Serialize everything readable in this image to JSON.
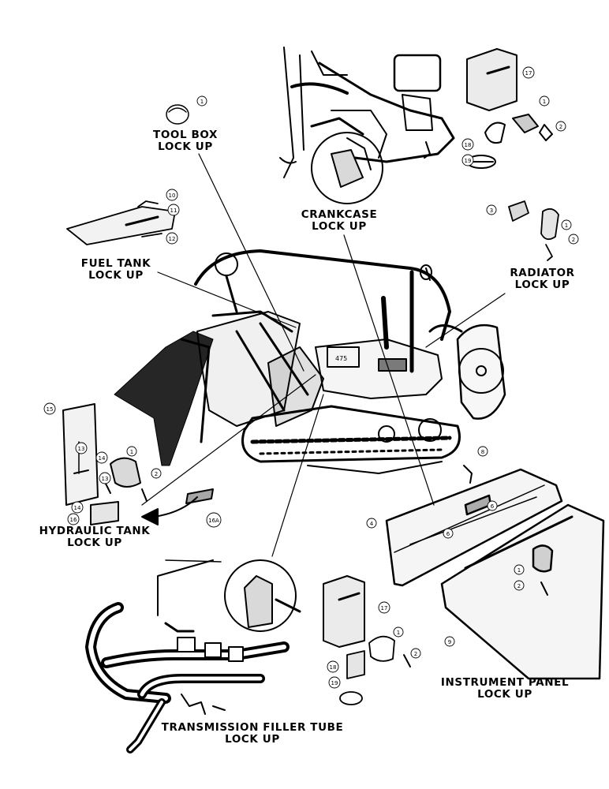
{
  "labels": {
    "tool_box": {
      "line1": "TOOL BOX",
      "line2": "LOCK UP"
    },
    "crankcase": {
      "line1": "CRANKCASE",
      "line2": "LOCK UP"
    },
    "fuel_tank": {
      "line1": "FUEL TANK",
      "line2": "LOCK UP"
    },
    "radiator": {
      "line1": "RADIATOR",
      "line2": "LOCK UP"
    },
    "hydraulic_tank": {
      "line1": "HYDRAULIC TANK",
      "line2": "LOCK UP"
    },
    "instrument_panel": {
      "line1": "INSTRUMENT PANEL",
      "line2": "LOCK UP"
    },
    "transmission_filler": {
      "line1": "TRANSMISSION FILLER TUBE",
      "line2": "LOCK UP"
    }
  },
  "machine_badge": "475",
  "callouts": [
    {
      "id": "c-1-top",
      "text": "1"
    },
    {
      "id": "c-17-top",
      "text": "17"
    },
    {
      "id": "c-1-crank",
      "text": "1"
    },
    {
      "id": "c-2-crank",
      "text": "2"
    },
    {
      "id": "c-18-top",
      "text": "18"
    },
    {
      "id": "c-19-top",
      "text": "19"
    },
    {
      "id": "c-10",
      "text": "10"
    },
    {
      "id": "c-11",
      "text": "11"
    },
    {
      "id": "c-12",
      "text": "12"
    },
    {
      "id": "c-3",
      "text": "3"
    },
    {
      "id": "c-1-rad",
      "text": "1"
    },
    {
      "id": "c-2-rad",
      "text": "2"
    },
    {
      "id": "c-15",
      "text": "15"
    },
    {
      "id": "c-13a",
      "text": "13"
    },
    {
      "id": "c-14a",
      "text": "14"
    },
    {
      "id": "c-13b",
      "text": "13"
    },
    {
      "id": "c-1-hyd",
      "text": "1"
    },
    {
      "id": "c-2-hyd",
      "text": "2"
    },
    {
      "id": "c-14b",
      "text": "14"
    },
    {
      "id": "c-16",
      "text": "16"
    },
    {
      "id": "c-16a",
      "text": "16A"
    },
    {
      "id": "c-8-top",
      "text": "8"
    },
    {
      "id": "c-4",
      "text": "4"
    },
    {
      "id": "c-6a",
      "text": "6"
    },
    {
      "id": "c-6b",
      "text": "6"
    },
    {
      "id": "c-1-inst",
      "text": "1"
    },
    {
      "id": "c-2-inst",
      "text": "2"
    },
    {
      "id": "c-9",
      "text": "9"
    },
    {
      "id": "c-17-bot",
      "text": "17"
    },
    {
      "id": "c-1-bot",
      "text": "1"
    },
    {
      "id": "c-2-bot",
      "text": "2"
    },
    {
      "id": "c-18-bot",
      "text": "18"
    },
    {
      "id": "c-19-bot",
      "text": "19"
    }
  ]
}
